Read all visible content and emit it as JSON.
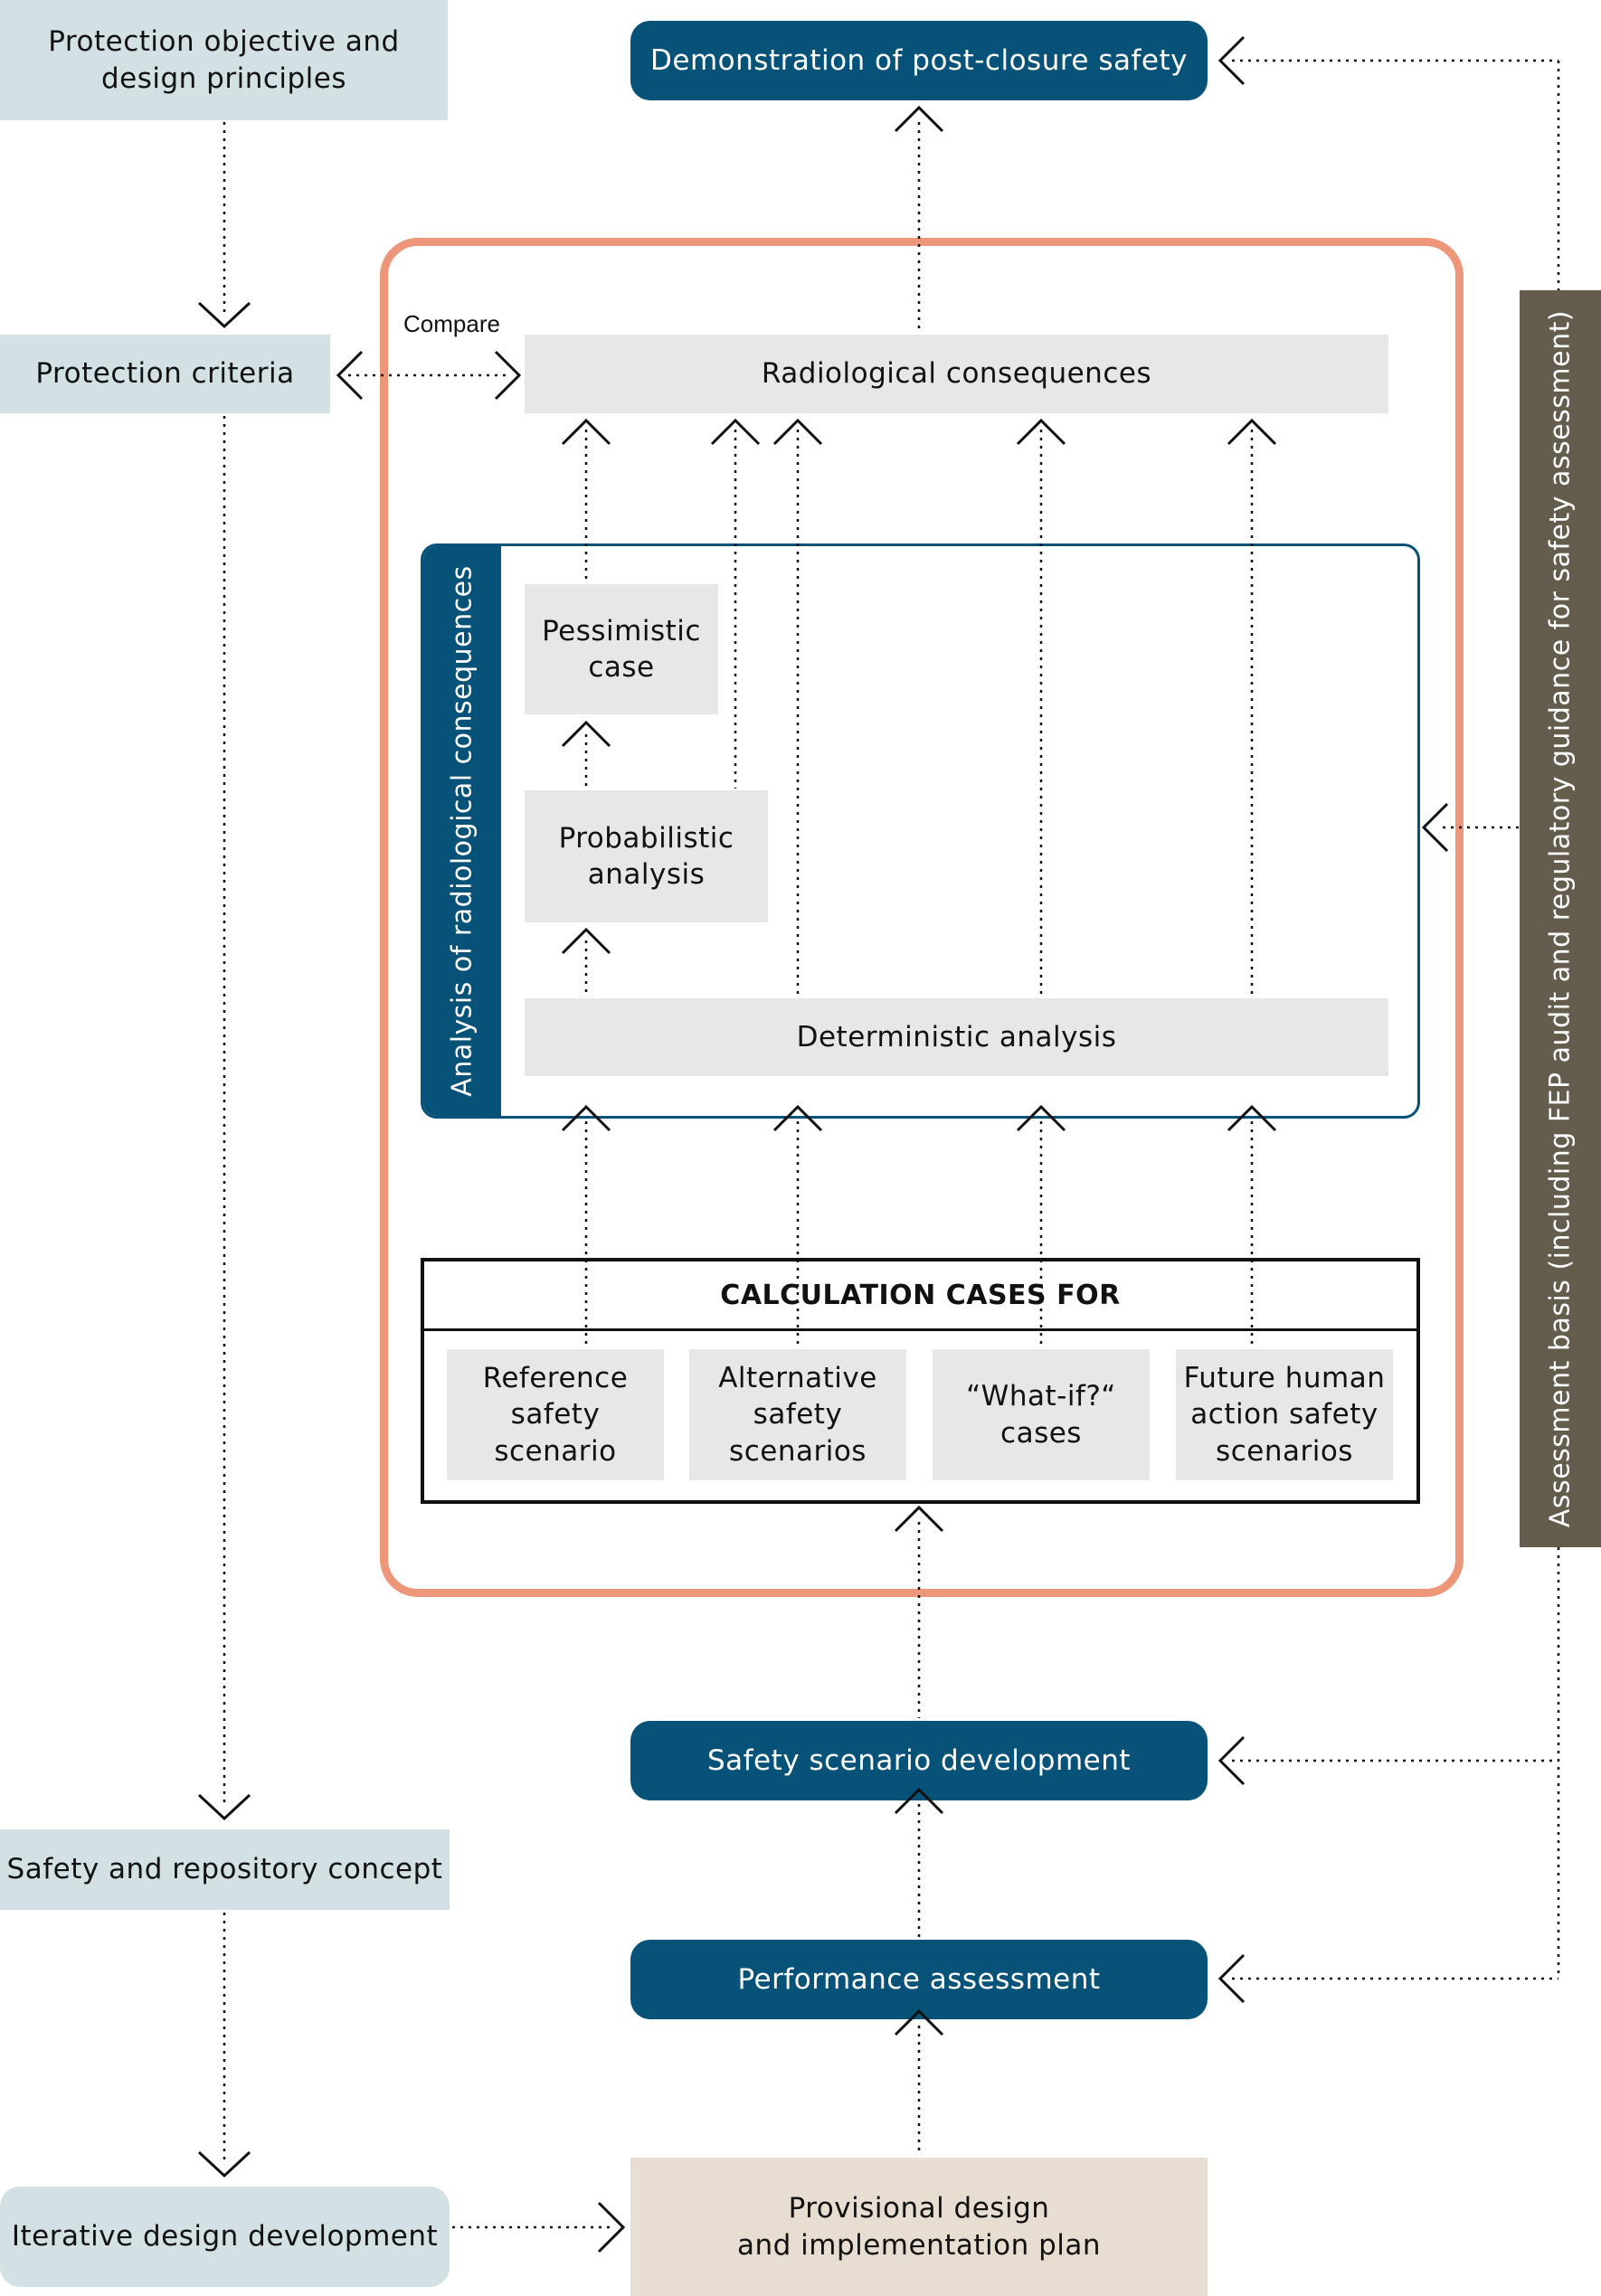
{
  "nodes": {
    "protection_objective": "Protection objective and\ndesign principles",
    "protection_criteria": "Protection criteria",
    "safety_repository_concept": "Safety and repository concept",
    "iterative_design": "Iterative design development",
    "demonstration": "Demonstration of  post-closure safety",
    "radiological_consequences": "Radiological consequences",
    "pessimistic_case": "Pessimistic\ncase",
    "probabilistic_analysis": "Probabilistic\nanalysis",
    "deterministic_analysis": "Deterministic analysis",
    "analysis_label": "Analysis of radiological consequences",
    "calc_header": "CALCULATION CASES FOR",
    "calc_cases": [
      "Reference\nsafety\nscenario",
      "Alternative\nsafety\nscenarios",
      "“What-if?“\ncases",
      "Future human\naction safety\nscenarios"
    ],
    "safety_scenario_dev": "Safety scenario development",
    "performance_assessment": "Performance assessment",
    "provisional_design": "Provisional design\nand implementation plan",
    "assessment_basis": "Assessment basis (including FEP audit and regulatory guidance for safety assessment)"
  },
  "labels": {
    "compare": "Compare"
  },
  "colors": {
    "light_blue": "#d3e1e4",
    "dark_blue": "#075279",
    "light_grey": "#e6e7e6",
    "orange_frame": "#ee967a",
    "brown_bar": "#645d4e",
    "beige": "#e8ddd1"
  }
}
